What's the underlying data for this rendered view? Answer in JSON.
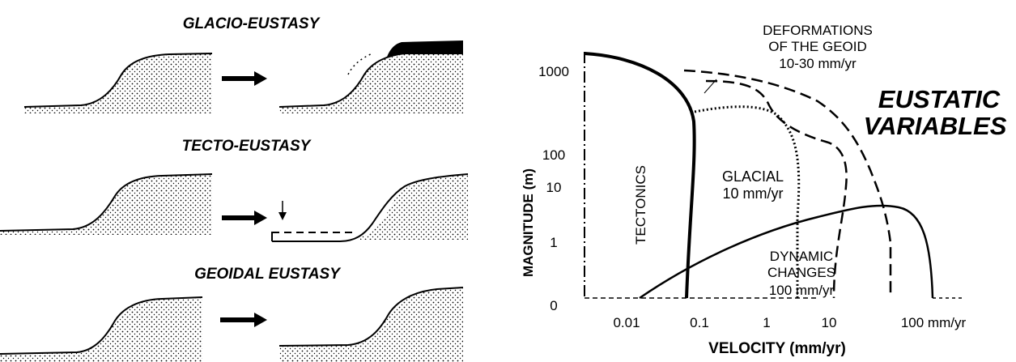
{
  "left_panels": {
    "glacio": {
      "title": "GLACIO-EUSTASY"
    },
    "tecto": {
      "title": "TECTO-EUSTASY"
    },
    "geoidal": {
      "title": "GEOIDAL EUSTASY"
    }
  },
  "chart": {
    "title_line1": "EUSTATIC",
    "title_line2": "VARIABLES",
    "ylabel": "MAGNITUDE (m)",
    "xlabel": "VELOCITY (mm/yr)",
    "y_ticks": [
      "1000",
      "100",
      "10",
      "1",
      "0"
    ],
    "x_ticks": [
      "0.01",
      "0.1",
      "1",
      "10",
      "100 mm/yr"
    ],
    "regions": {
      "geoid_line1": "DEFORMATIONS",
      "geoid_line2": "OF THE GEOID",
      "geoid_rate": "10-30 mm/yr",
      "glacial": "GLACIAL",
      "glacial_rate": "10 mm/yr",
      "tectonics": "TECTONICS",
      "dynamic_line1": "DYNAMIC",
      "dynamic_line2": "CHANGES",
      "dynamic_rate": "100 mm/yr"
    }
  },
  "colors": {
    "ink": "#000000",
    "background": "#ffffff"
  }
}
